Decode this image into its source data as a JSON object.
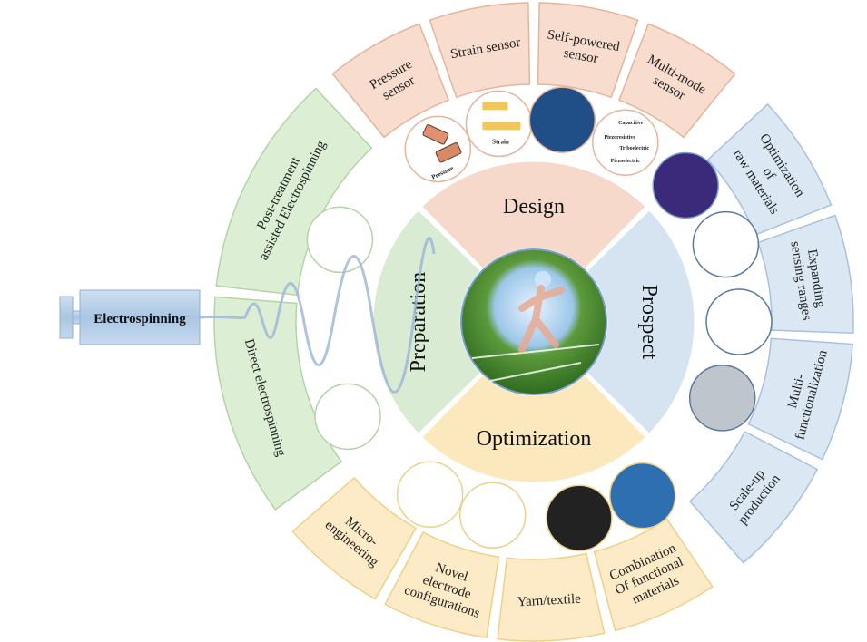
{
  "center": {
    "label": "Electrospinning"
  },
  "quadrants": [
    {
      "label": "Design",
      "color": "#f6d9cb",
      "stroke": "#e8b9a3"
    },
    {
      "label": "Prospect",
      "color": "#d6e4f1",
      "stroke": "#a9c1dc"
    },
    {
      "label": "Optimization",
      "color": "#fbe8bd",
      "stroke": "#efd08a"
    },
    {
      "label": "Preparation",
      "color": "#d9ebd2",
      "stroke": "#b3d4a5"
    }
  ],
  "groups": [
    {
      "name": "design",
      "color": "#f8dccd",
      "stroke": "#e4b59c",
      "items": [
        [
          "Pressure",
          "sensor"
        ],
        [
          "Strain  sensor"
        ],
        [
          "Self-powered",
          "sensor"
        ],
        [
          "Multi-mode",
          "sensor"
        ]
      ]
    },
    {
      "name": "prospect",
      "color": "#dbe8f4",
      "stroke": "#a9c1dc",
      "items": [
        [
          "Optimization",
          "of",
          "raw materials"
        ],
        [
          "Expanding",
          "sensing  ranges"
        ],
        [
          "Multi-",
          "functionalization"
        ],
        [
          "Scale-up",
          "production"
        ]
      ]
    },
    {
      "name": "optimization",
      "color": "#fcebc6",
      "stroke": "#efd08a",
      "items": [
        [
          "Combination",
          "Of functional",
          "materials"
        ],
        [
          "Yarn/textile"
        ],
        [
          "Novel",
          "electrode",
          "configurations"
        ],
        [
          "Micro-",
          "engineering"
        ]
      ]
    },
    {
      "name": "preparation",
      "color": "#dcefd5",
      "stroke": "#b3d4a5",
      "items": [
        [
          "Direct electrospinning"
        ],
        [
          "Post-treatment",
          "assisted Electrospinning"
        ]
      ]
    }
  ],
  "thumbnails": {
    "pressure": "Pressure",
    "strain": "Strain",
    "modes": [
      "Capacitive",
      "Piezoresistive",
      "Triboelectric",
      "Piezoelectric"
    ]
  }
}
